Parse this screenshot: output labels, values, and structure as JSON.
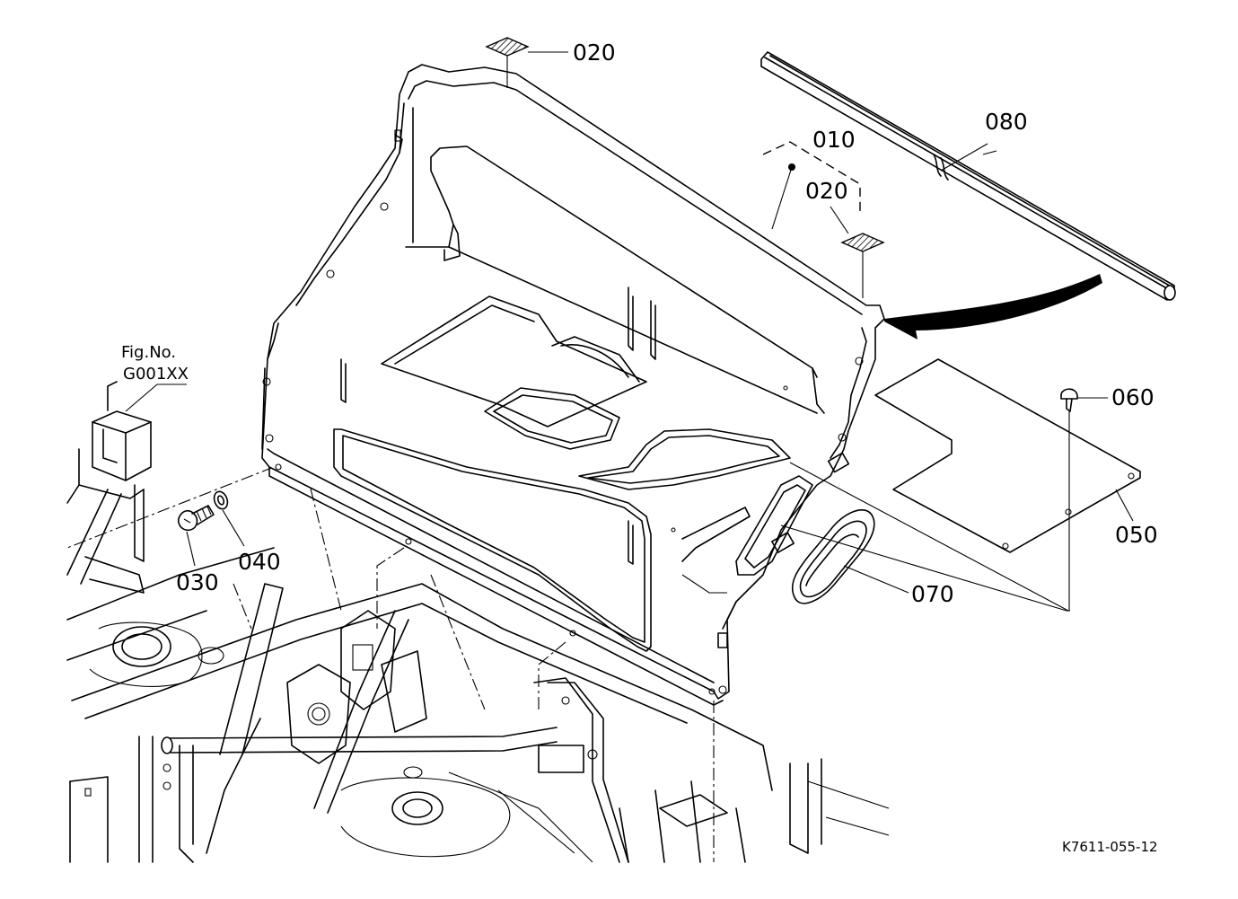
{
  "callouts": {
    "c020_top": "020",
    "c010": "010",
    "c020_mid": "020",
    "c080": "080",
    "c060": "060",
    "c050": "050",
    "c070": "070",
    "c030": "030",
    "c040": "040"
  },
  "figure_ref": {
    "line1": "Fig.No.",
    "line2": "G001XX"
  },
  "drawing_code": "K7611-055-12"
}
